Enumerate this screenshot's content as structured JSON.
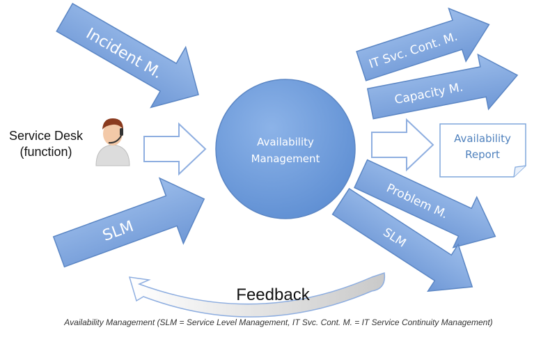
{
  "colors": {
    "arrow_fill": "#7ea6dc",
    "arrow_stroke": "#5b86c4",
    "circle_fill": "#6f9cdb",
    "outline_arrow_stroke": "#8eaee0",
    "report_text": "#4f81bd",
    "white_text": "#ffffff",
    "dark_text": "#111111"
  },
  "icons": {
    "service_desk": "headset-person-icon"
  },
  "inputs": {
    "incident": "Incident M.",
    "slm": "SLM"
  },
  "service_desk": {
    "line1": "Service Desk",
    "line2": "(function)"
  },
  "center": {
    "line1": "Availability",
    "line2": "Management"
  },
  "outputs": {
    "it_svc": "IT Svc. Cont. M.",
    "capacity": "Capacity M.",
    "problem": "Problem M.",
    "slm": "SLM"
  },
  "report": {
    "line1": "Availability",
    "line2": "Report"
  },
  "feedback": "Feedback",
  "caption": "Availability Management (SLM = Service Level Management, IT Svc. Cont. M. = IT Service Continuity Management)"
}
